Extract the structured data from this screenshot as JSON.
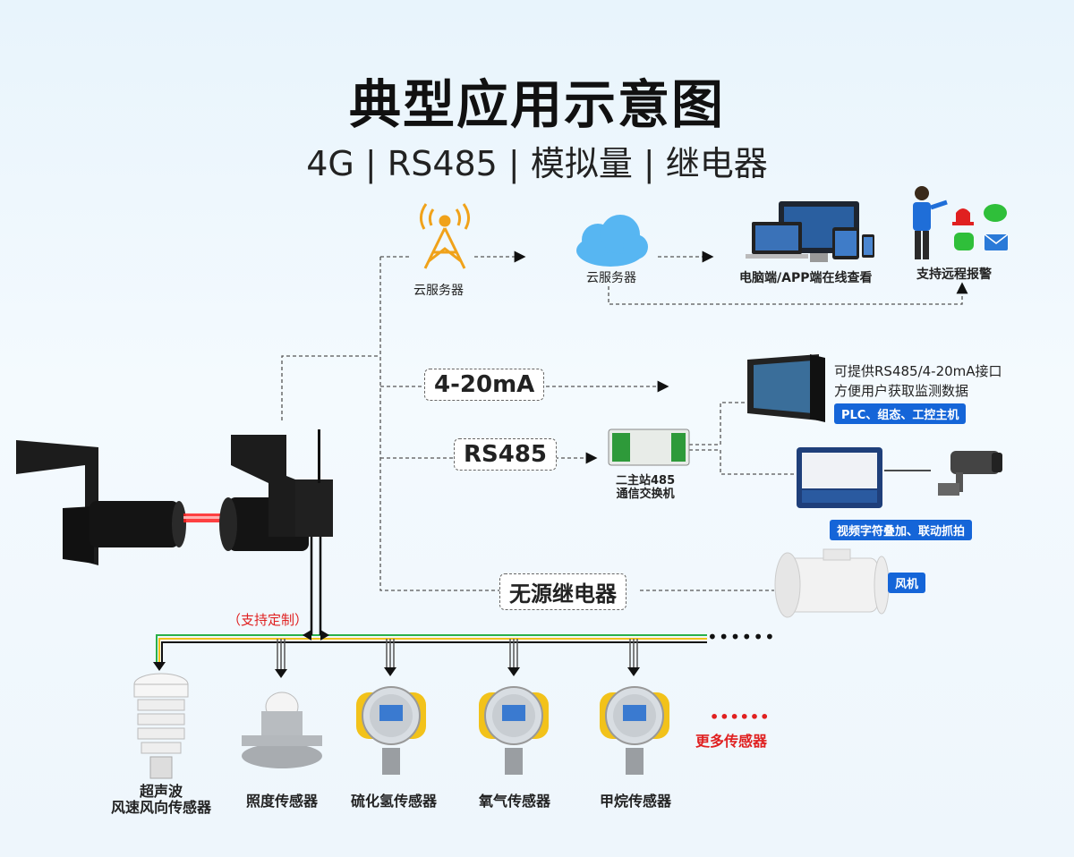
{
  "title": "典型应用示意图",
  "subtitle": "4G | RS485 | 模拟量 | 继电器",
  "top_row": {
    "tower_label": "云服务器",
    "cloud_label": "云服务器",
    "devices_label": "电脑端/APP端在线查看",
    "alarm_label": "支持远程报警"
  },
  "channels": {
    "analog": "4-20mA",
    "rs485": "RS485",
    "relay": "无源继电器"
  },
  "panel": {
    "line1": "可提供RS485/4-20mA接口",
    "line2": "方便用户获取监测数据",
    "tag": "PLC、组态、工控主机"
  },
  "switch_label": {
    "line1": "二主站485",
    "line2": "通信交换机"
  },
  "video_tag": "视频字符叠加、联动抓拍",
  "fan_tag": "风机",
  "custom_note": "（支持定制）",
  "dots": "••••••",
  "more_sensors": "更多传感器",
  "sensors": [
    {
      "line1": "超声波",
      "line2": "风速风向传感器"
    },
    {
      "line1": "照度传感器",
      "line2": ""
    },
    {
      "line1": "硫化氢传感器",
      "line2": ""
    },
    {
      "line1": "氧气传感器",
      "line2": ""
    },
    {
      "line1": "甲烷传感器",
      "line2": ""
    }
  ],
  "colors": {
    "accent_blue": "#1565d8",
    "red": "#e02020",
    "laser": "#ff2020",
    "gas_yellow": "#f2c21a"
  }
}
